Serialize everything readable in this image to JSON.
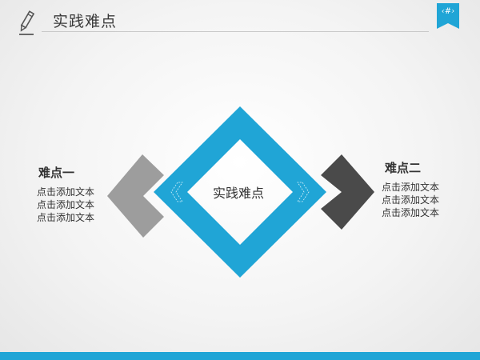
{
  "header": {
    "title": "实践难点",
    "page_badge": "‹#›",
    "icon": "pencil-icon"
  },
  "diagram": {
    "center_label": "实践难点",
    "left": {
      "title": "难点一",
      "lines": [
        "点击添加文本",
        "点击添加文本",
        "点击添加文本"
      ]
    },
    "right": {
      "title": "难点二",
      "lines": [
        "点击添加文本",
        "点击添加文本",
        "点击添加文本"
      ]
    }
  },
  "colors": {
    "accent": "#20a5d6",
    "left_chevron": "#9d9d9d",
    "right_chevron": "#4a4a4a",
    "text": "#333333"
  }
}
